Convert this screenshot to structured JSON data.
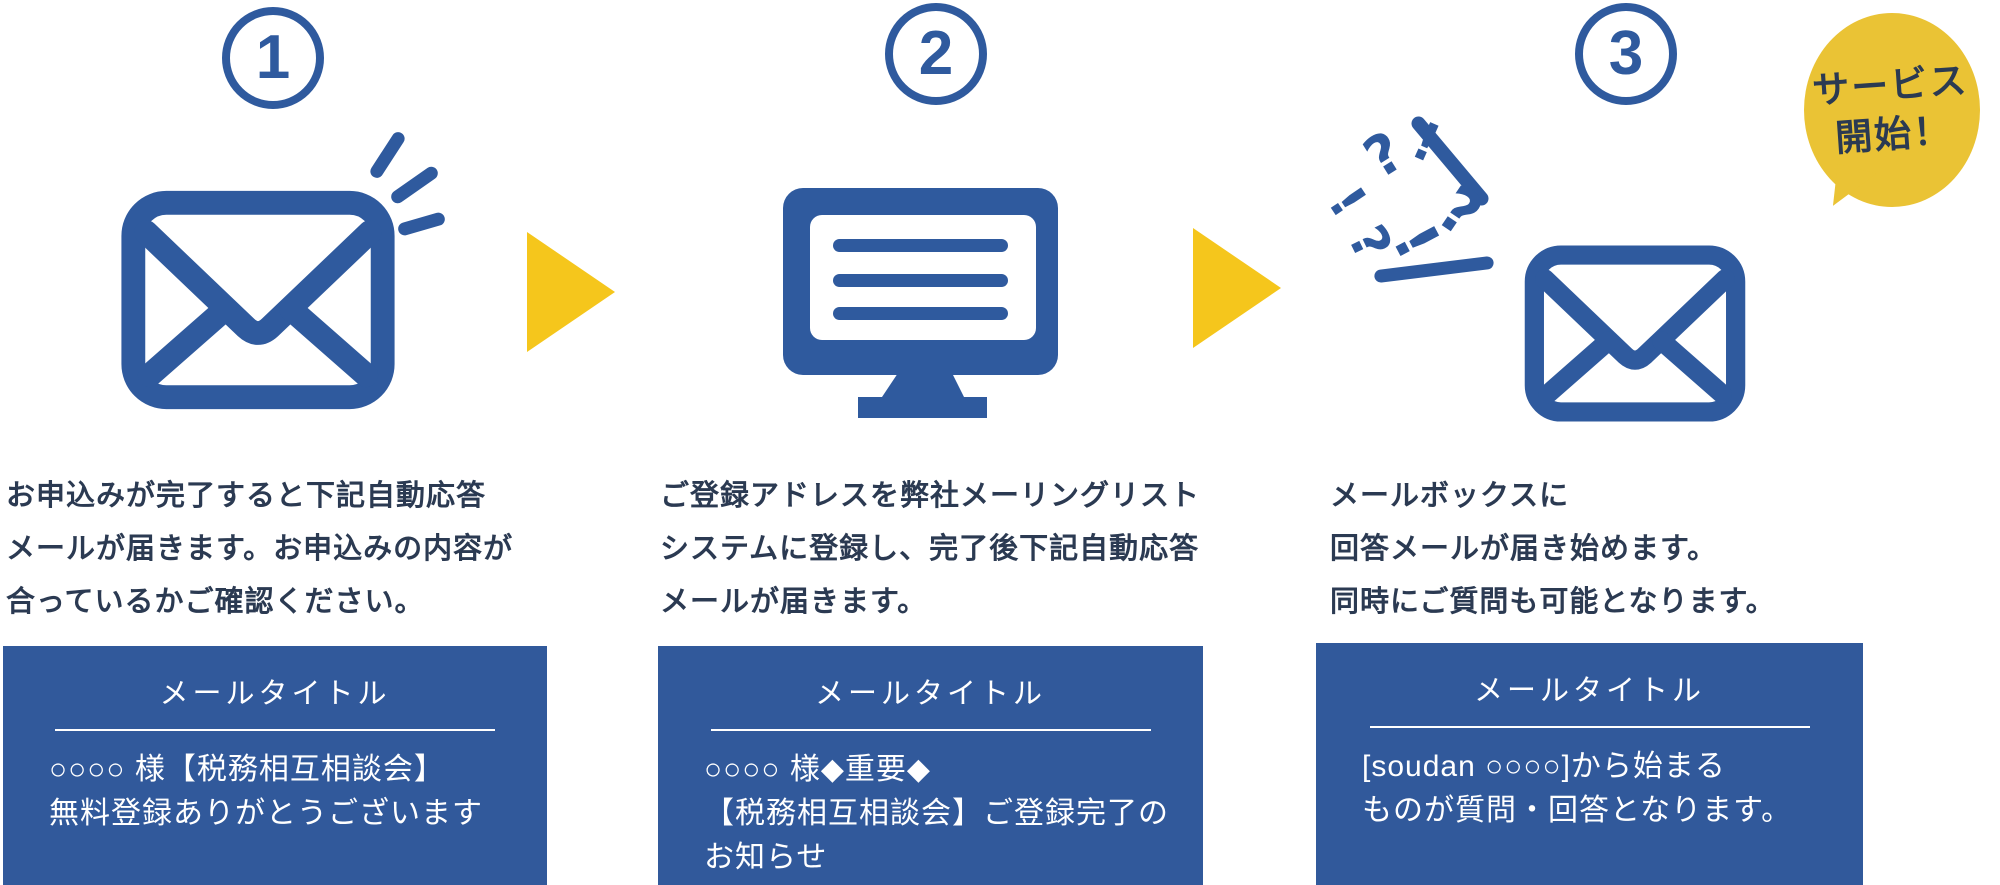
{
  "colors": {
    "blue": "#31599B",
    "icon_blue": "#2F5A9E",
    "navy": "#2B3A52",
    "arrow_yellow": "#F5C61C",
    "bubble_yellow": "#EAC335",
    "white": "#FFFFFF"
  },
  "steps": [
    {
      "number": "1",
      "description_lines": [
        "お申込みが完了すると下記自動応答",
        "メールが届きます。お申込みの内容が",
        "合っているかご確認ください。"
      ],
      "mail_box": {
        "title": "メールタイトル",
        "body_lines": [
          "○○○○ 様【税務相互相談会】",
          "無料登録ありがとうございます"
        ]
      }
    },
    {
      "number": "2",
      "description_lines": [
        "ご登録アドレスを弊社メーリングリスト",
        "システムに登録し、完了後下記自動応答",
        "メールが届きます。"
      ],
      "mail_box": {
        "title": "メールタイトル",
        "body_lines": [
          "○○○○ 様◆重要◆",
          "【税務相互相談会】ご登録完了の",
          "お知らせ"
        ]
      }
    },
    {
      "number": "3",
      "description_lines": [
        "メールボックスに",
        "回答メールが届き始めます。",
        "同時にご質問も可能となります。"
      ],
      "mail_box": {
        "title": "メールタイトル",
        "body_lines": [
          "[soudan ○○○○]から始まる",
          "ものが質問・回答となります。"
        ]
      }
    }
  ],
  "badge": {
    "lines": [
      "サービス",
      "開始！"
    ]
  },
  "scribble": {
    "marks": [
      "?",
      "!",
      "?",
      "!",
      "?",
      "!"
    ]
  }
}
